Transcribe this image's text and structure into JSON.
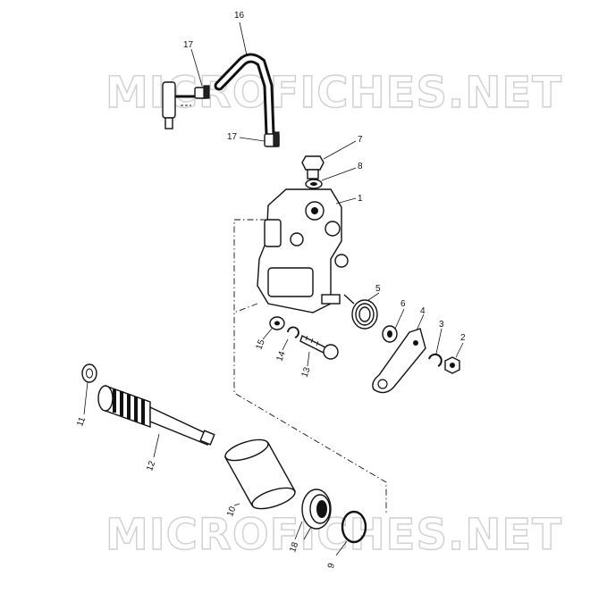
{
  "watermark": {
    "text": "MICROFICHES.NET"
  },
  "callouts": {
    "c1": "1",
    "c2": "2",
    "c3": "3",
    "c4": "4",
    "c5": "5",
    "c6": "6",
    "c7": "7",
    "c8": "8",
    "c9": "9",
    "c10": "10",
    "c11": "11",
    "c12": "12",
    "c13": "13",
    "c14": "14",
    "c15": "15",
    "c16": "16",
    "c17a": "17",
    "c17b": "17",
    "c18": "18"
  }
}
